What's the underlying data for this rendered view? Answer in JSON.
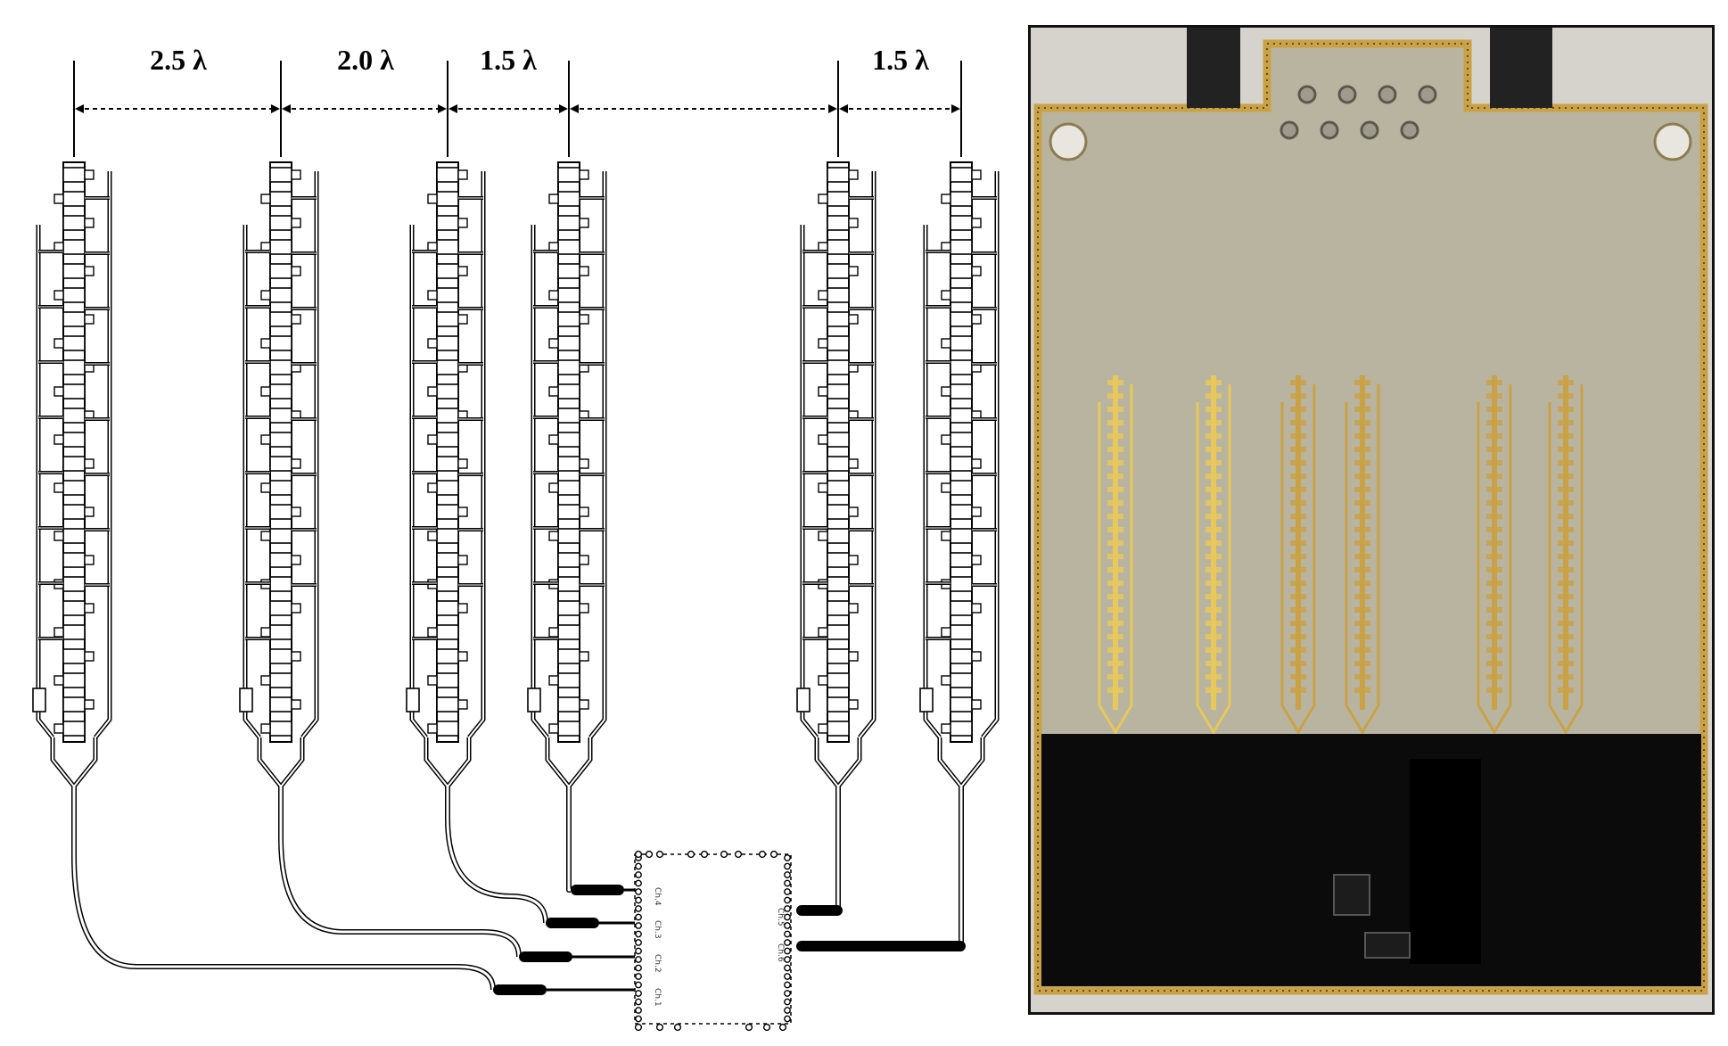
{
  "schematic": {
    "spacing_labels": [
      "2.5 λ",
      "2.0 λ",
      "1.5 λ",
      "",
      "1.5 λ"
    ],
    "port_labels": [
      "Ch.4",
      "Ch.3",
      "Ch.2",
      "Ch.1",
      "Ch.5",
      "Ch.6"
    ]
  },
  "photo": {
    "board_color": "#b9b49f",
    "trace_color": "#c9a247",
    "ground_color": "#0b0b0b"
  }
}
